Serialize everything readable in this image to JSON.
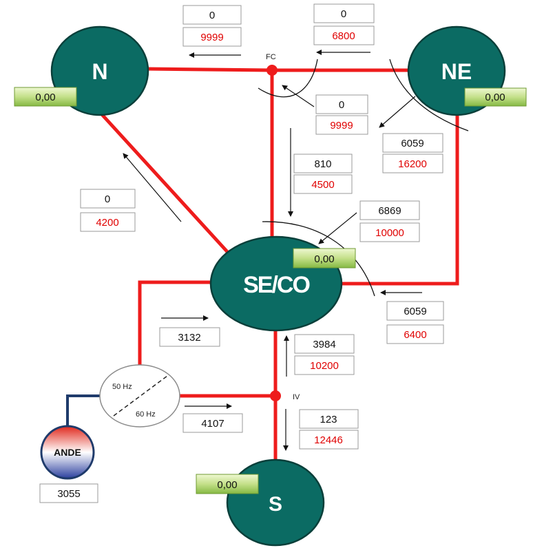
{
  "nodes": {
    "n": {
      "label": "N",
      "value": "0,00"
    },
    "ne": {
      "label": "NE",
      "value": "0,00"
    },
    "seco": {
      "label": "SE/CO",
      "value": "0,00"
    },
    "s": {
      "label": "S",
      "value": "0,00"
    },
    "ande": {
      "label": "ANDE",
      "value": "3055"
    }
  },
  "junctions": {
    "fc": "FC",
    "iv": "IV"
  },
  "converter": {
    "top": "50 Hz",
    "bottom": "60 Hz"
  },
  "flows": {
    "fc_n": {
      "flow": "0",
      "limit": "9999"
    },
    "ne_fc": {
      "flow": "0",
      "limit": "6800"
    },
    "fc_mid": {
      "flow": "0",
      "limit": "9999"
    },
    "ne_diag": {
      "flow": "6059",
      "limit": "16200"
    },
    "fc_seco": {
      "flow": "810",
      "limit": "4500"
    },
    "seco_n": {
      "flow": "0",
      "limit": "4200"
    },
    "to_seco": {
      "flow": "6869",
      "limit": "10000"
    },
    "ne_seco": {
      "flow": "6059",
      "limit": "6400"
    },
    "iv_seco": {
      "flow": "3984",
      "limit": "10200"
    },
    "iv_s": {
      "flow": "123",
      "limit": "12446"
    },
    "conv_seco": {
      "flow": "3132"
    },
    "conv_iv": {
      "flow": "4107"
    }
  },
  "colors": {
    "node_fill": "#0b6b63",
    "node_stroke": "#0a3f3a",
    "line": "#ee1c1c",
    "limit_text": "#e00000",
    "badge_top": "#eaf5c8",
    "badge_bottom": "#8cc04a",
    "ande_link": "#1f3b6b"
  }
}
